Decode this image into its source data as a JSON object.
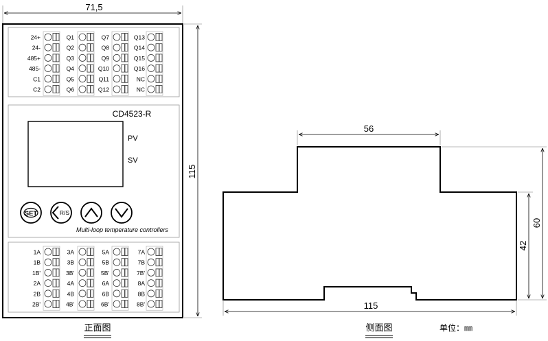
{
  "front": {
    "width_dim": "71,5",
    "height_dim": "115",
    "caption": "正面图",
    "model": "CD4523-R",
    "pv_label": "PV",
    "sv_label": "SV",
    "buttons": {
      "set": "SET",
      "rs": "R/S"
    },
    "subtitle": "Multi-loop temperature controllers",
    "top_terminals": [
      {
        "labels": [
          "24+",
          "24-",
          "485+",
          "485-",
          "C1",
          "C2"
        ]
      },
      {
        "labels": [
          "Q1",
          "Q2",
          "Q3",
          "Q4",
          "Q5",
          "Q6"
        ]
      },
      {
        "labels": [
          "Q7",
          "Q8",
          "Q9",
          "Q10",
          "Q11",
          "Q12"
        ]
      },
      {
        "labels": [
          "Q13",
          "Q14",
          "Q15",
          "Q16",
          "NC",
          "NC"
        ]
      }
    ],
    "bottom_terminals": [
      {
        "labels": [
          "1A",
          "1B",
          "1B'",
          "2A",
          "2B",
          "2B'"
        ]
      },
      {
        "labels": [
          "3A",
          "3B",
          "3B'",
          "4A",
          "4B",
          "4B'"
        ]
      },
      {
        "labels": [
          "5A",
          "5B",
          "5B'",
          "6A",
          "6B",
          "6B'"
        ]
      },
      {
        "labels": [
          "7A",
          "7B",
          "7B'",
          "8A",
          "8B",
          "8B'"
        ]
      }
    ]
  },
  "side": {
    "top_dim": "56",
    "bottom_dim": "115",
    "body_height_dim": "42",
    "total_height_dim": "60",
    "caption": "侧面图"
  },
  "unit_label": "单位：㎜"
}
